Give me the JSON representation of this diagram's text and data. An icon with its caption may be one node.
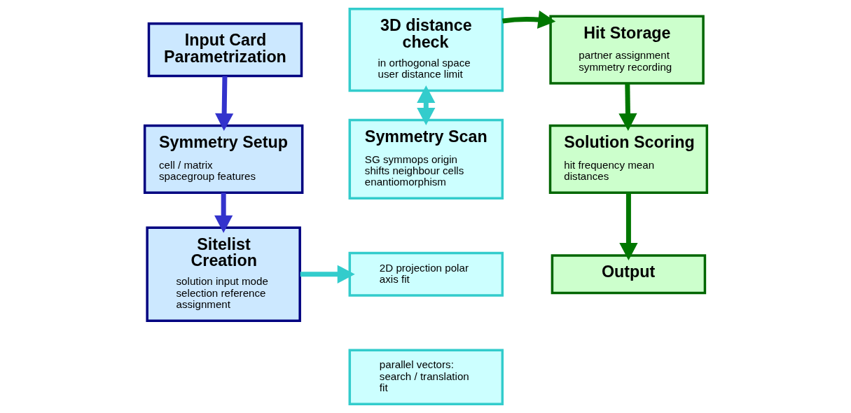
{
  "diagram": {
    "nodes": [
      {
        "text": [
          "Input Card Parametrization"
        ]
      },
      {
        "text": [
          "Symmetry Setup",
          "cell / matrix spacegroup features"
        ]
      },
      {
        "text": [
          "Sitelist Creation",
          "solution input mode selection reference assignment"
        ]
      },
      {
        "text": [
          "3D distance check",
          "in orthogonal space user distance limit"
        ]
      },
      {
        "text": [
          "Symmetry Scan",
          "SG symmops origin shifts neighbour cells enantiomorphism"
        ]
      },
      {
        "text": [
          "2D projection polar axis fit"
        ]
      },
      {
        "text": [
          "parallel vectors: search / translation fit"
        ]
      },
      {
        "text": [
          "Hit Storage",
          "partner assignment symmetry recording"
        ]
      },
      {
        "text": [
          "Solution Scoring",
          "hit frequency mean distances"
        ]
      },
      {
        "text": [
          "Output"
        ]
      }
    ],
    "edges": [
      {
        "from": 0,
        "to": 1,
        "arrow": "to",
        "color": "#3333cc"
      },
      {
        "from": 1,
        "to": 2,
        "arrow": "to",
        "color": "#3333cc"
      },
      {
        "from": 2,
        "to": 5,
        "arrow": "to",
        "color": "#33cccc"
      },
      {
        "from": 3,
        "to": 7,
        "arrow": "to"
      },
      {
        "from": 3,
        "to": 4,
        "arrow": "both",
        "color": "#33cccc"
      },
      {
        "from": 7,
        "to": 8,
        "arrow": "to"
      },
      {
        "from": 8,
        "to": 9,
        "arrow": "to"
      }
    ]
  }
}
